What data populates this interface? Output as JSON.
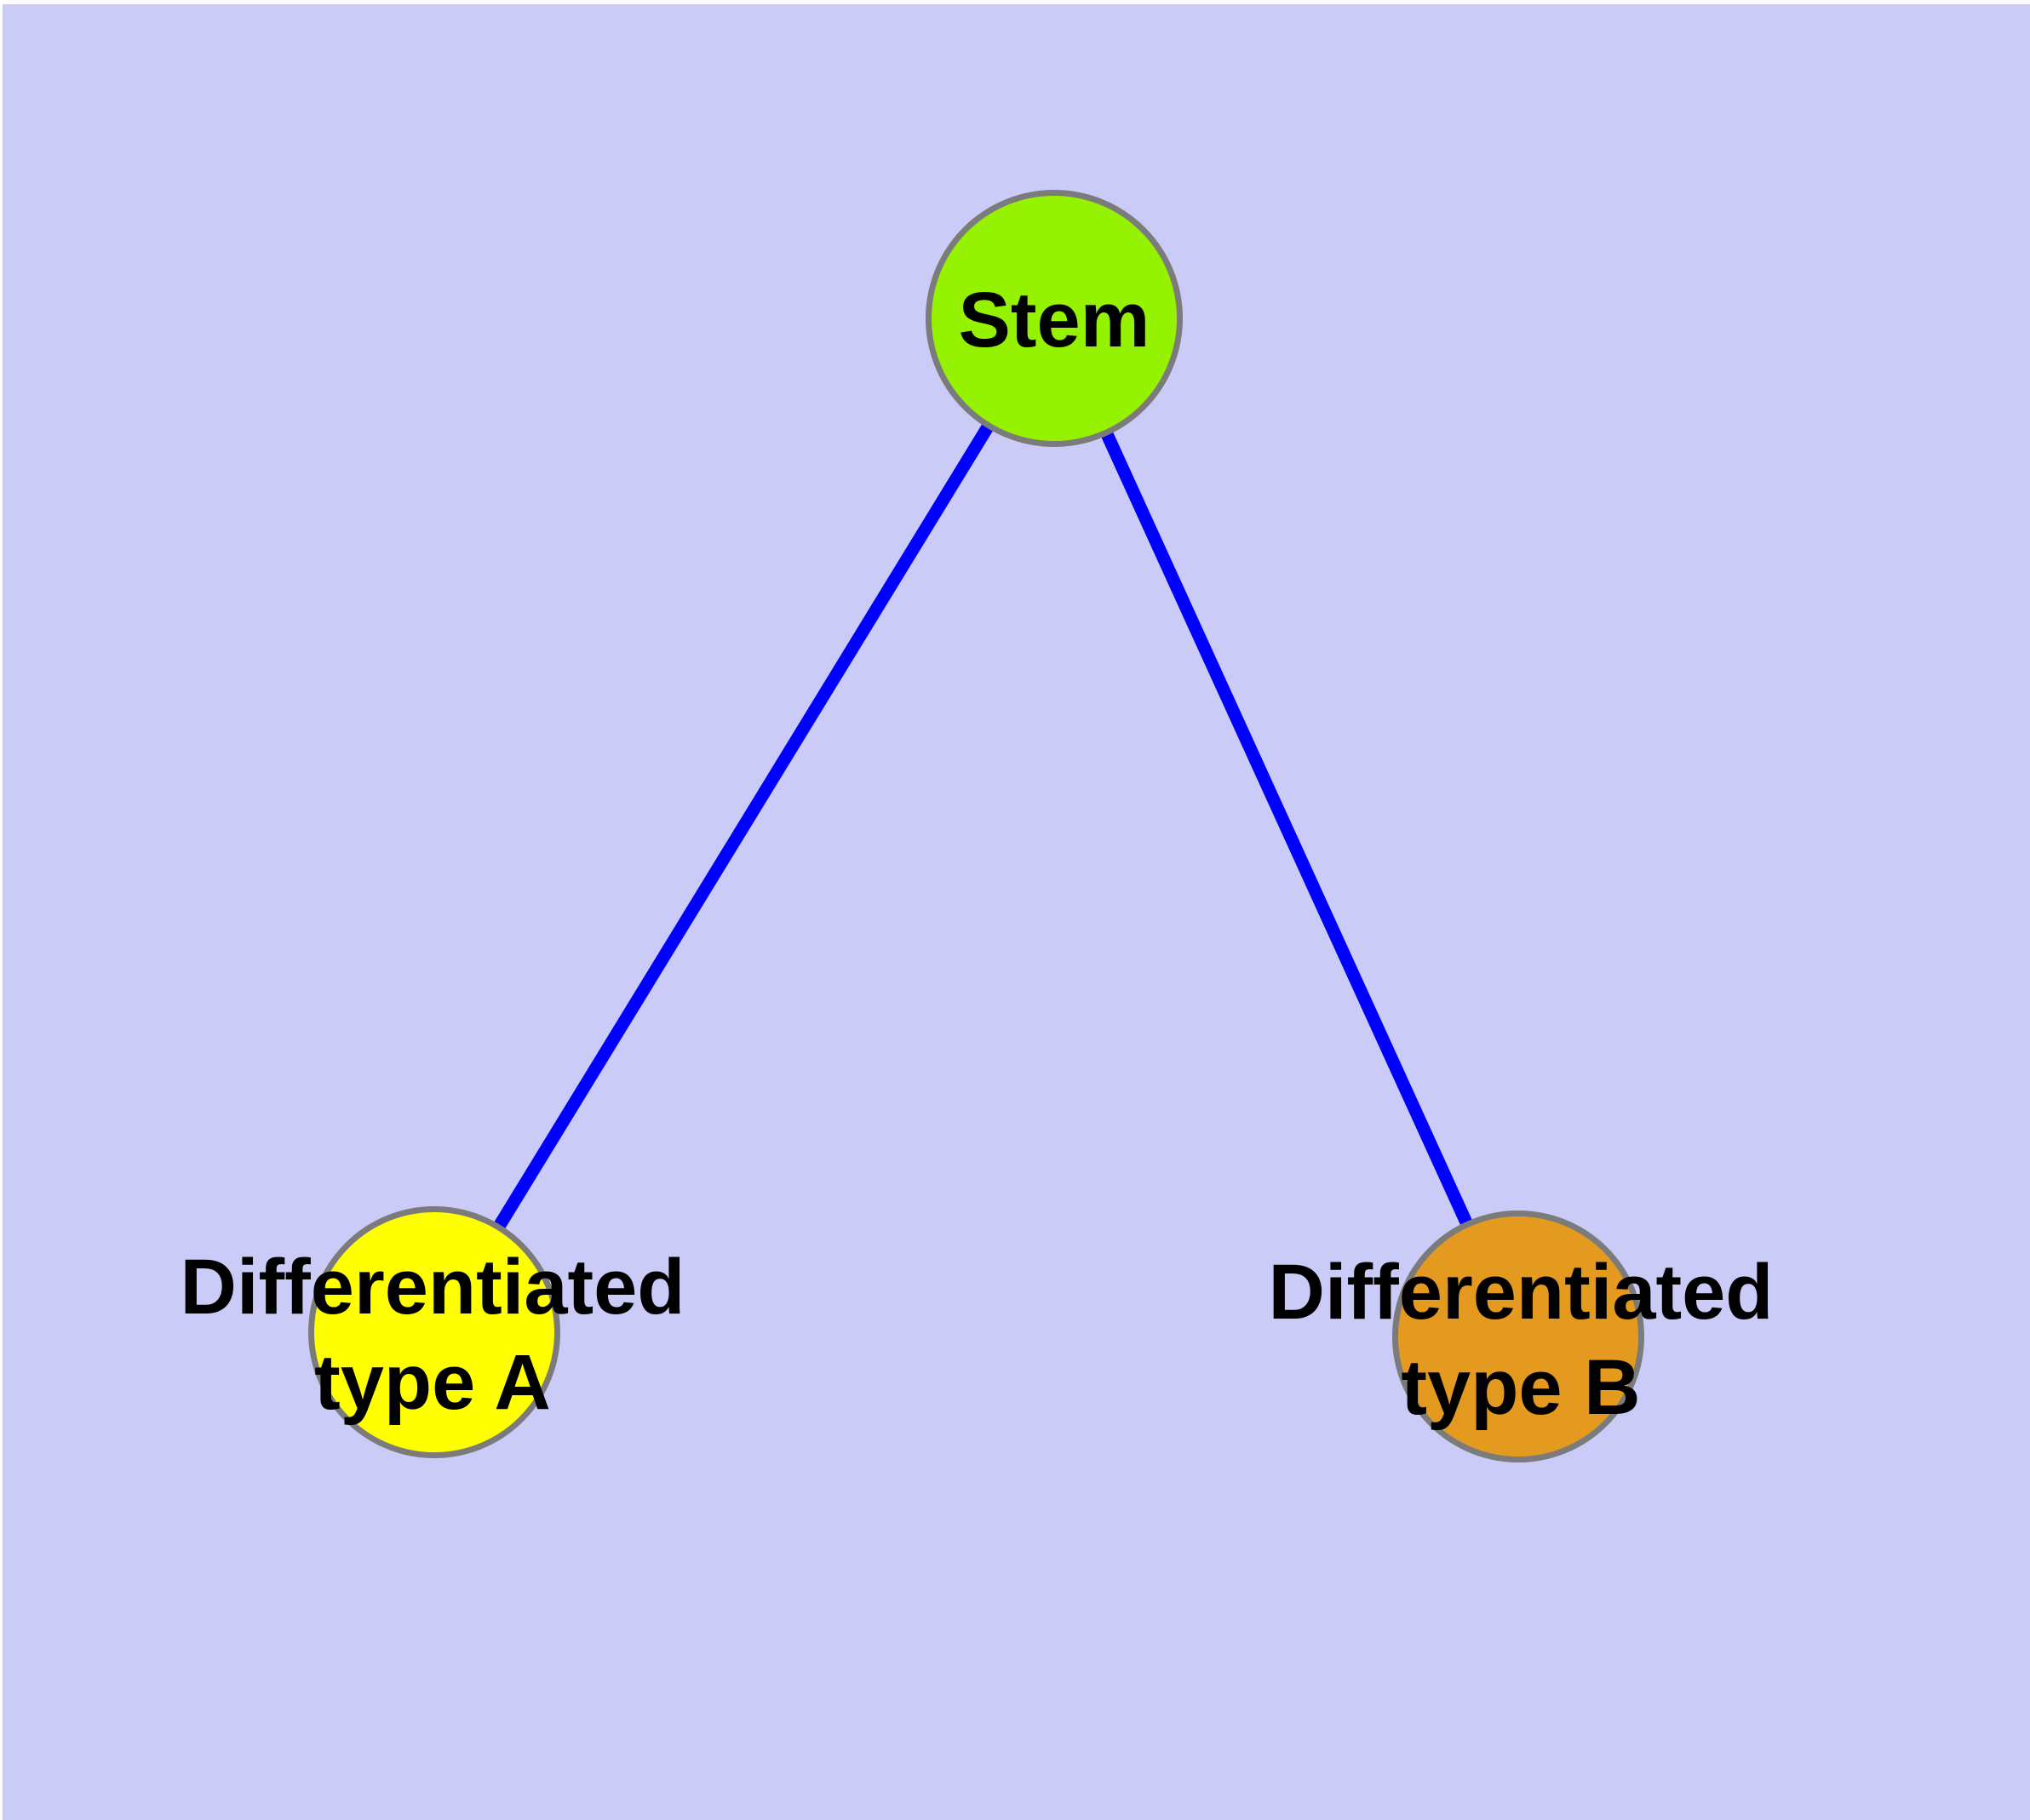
{
  "diagram": {
    "page_background": "#FFFFFF",
    "background": "#CACBF6",
    "label_color": "#000000",
    "nodes": [
      {
        "id": "stem",
        "label_line1": "Stem",
        "label_line2": "",
        "fill": "#95F200",
        "border": "#7B7B7B"
      },
      {
        "id": "differentiated-type-a",
        "label_line1": "Differentiated",
        "label_line2": "type A",
        "fill": "#FFFF00",
        "border": "#7B7B7B"
      },
      {
        "id": "differentiated-type-b",
        "label_line1": "Differentiated",
        "label_line2": "type B",
        "fill": "#E49A1F",
        "border": "#7B7B7B"
      }
    ],
    "edges": [
      {
        "from": "stem",
        "to": "differentiated-type-a",
        "color": "#0000FF"
      },
      {
        "from": "stem",
        "to": "differentiated-type-b",
        "color": "#0000FF"
      }
    ]
  }
}
